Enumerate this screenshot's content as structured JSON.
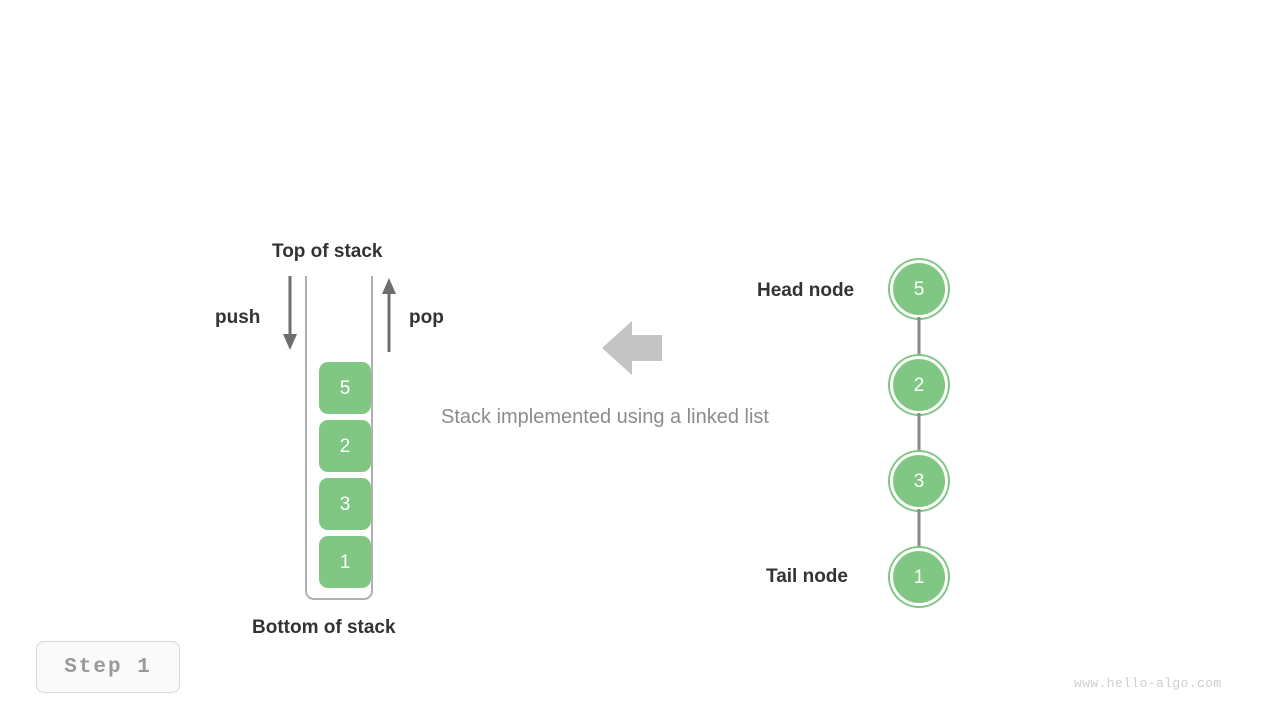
{
  "diagram": {
    "caption": "Stack implemented using a linked list",
    "step_label": "Step  1",
    "watermark": "www.hello-algo.com",
    "colors": {
      "node_green": "#81c784",
      "arrow_gray": "#6e6e6e",
      "transform_arrow_gray": "#c4c4c4",
      "text_dark": "#333333",
      "caption_gray": "#8c8c8c",
      "container_border": "#b0b0b0"
    }
  },
  "stack_panel": {
    "top_label": "Top of stack",
    "bottom_label": "Bottom of stack",
    "push_label": "push",
    "pop_label": "pop",
    "cells": [
      {
        "value": "5"
      },
      {
        "value": "2"
      },
      {
        "value": "3"
      },
      {
        "value": "1"
      }
    ]
  },
  "linked_list_panel": {
    "head_label": "Head node",
    "tail_label": "Tail node",
    "nodes": [
      {
        "value": "5"
      },
      {
        "value": "2"
      },
      {
        "value": "3"
      },
      {
        "value": "1"
      }
    ]
  }
}
